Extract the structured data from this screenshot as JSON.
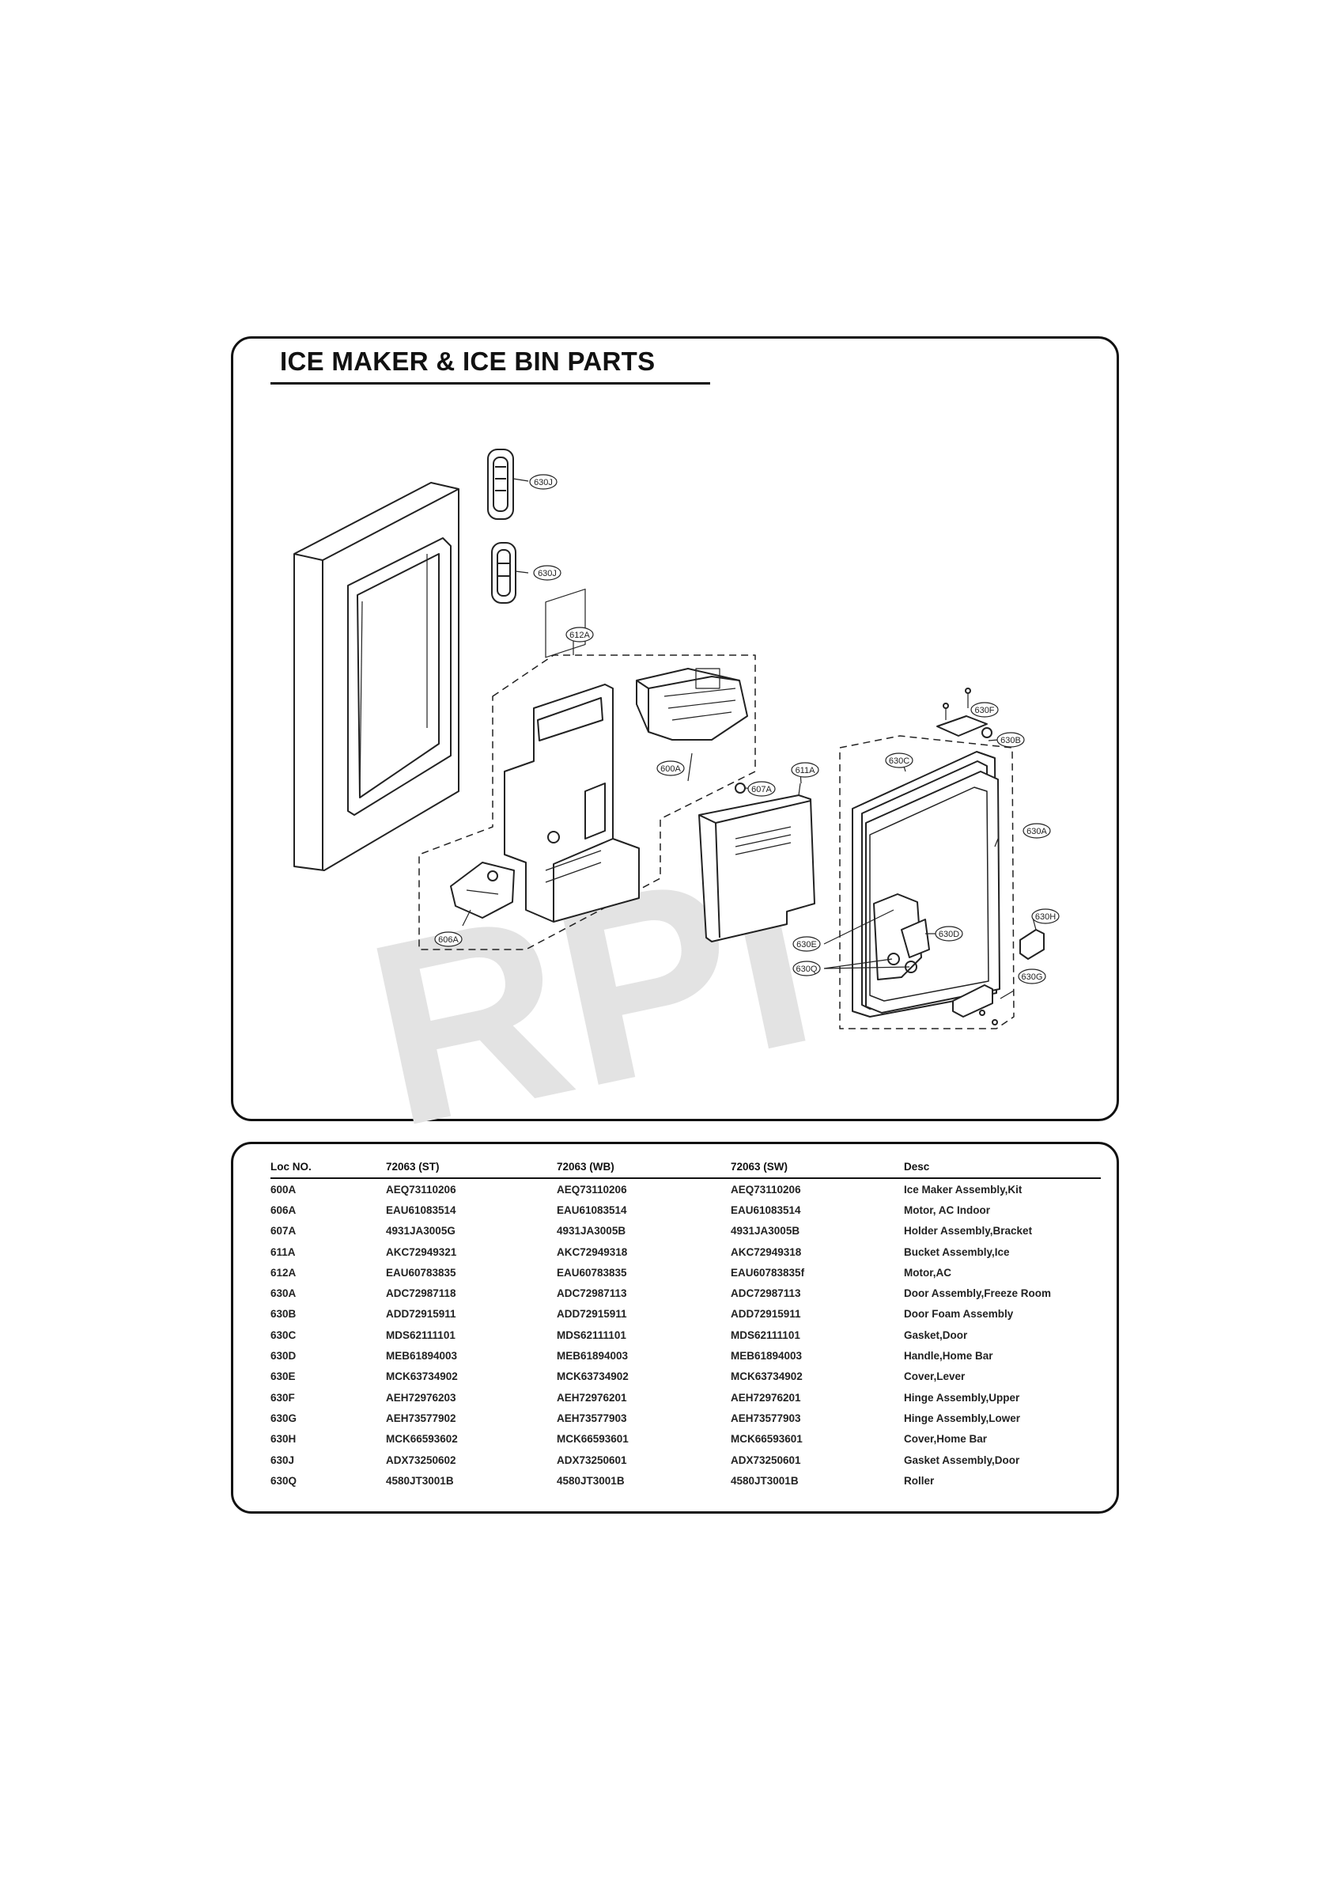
{
  "title": "ICE MAKER & ICE BIN PARTS",
  "watermark": "RPI",
  "callouts": [
    "630J",
    "630J",
    "612A",
    "600A",
    "607A",
    "611A",
    "606A",
    "630F",
    "630B",
    "630C",
    "630A",
    "630H",
    "630D",
    "630E",
    "630Q",
    "630G"
  ],
  "table": {
    "headers": [
      "Loc NO.",
      "72063 (ST)",
      "72063 (WB)",
      "72063 (SW)",
      "Desc"
    ],
    "rows": [
      [
        "600A",
        "AEQ73110206",
        "AEQ73110206",
        "AEQ73110206",
        "Ice Maker Assembly,Kit"
      ],
      [
        "606A",
        "EAU61083514",
        "EAU61083514",
        "EAU61083514",
        "Motor, AC Indoor"
      ],
      [
        "607A",
        "4931JA3005G",
        "4931JA3005B",
        "4931JA3005B",
        "Holder Assembly,Bracket"
      ],
      [
        "611A",
        "AKC72949321",
        "AKC72949318",
        "AKC72949318",
        "Bucket Assembly,Ice"
      ],
      [
        "612A",
        "EAU60783835",
        "EAU60783835",
        "EAU60783835f",
        "Motor,AC"
      ],
      [
        "630A",
        "ADC72987118",
        "ADC72987113",
        "ADC72987113",
        "Door Assembly,Freeze Room"
      ],
      [
        "630B",
        "ADD72915911",
        "ADD72915911",
        "ADD72915911",
        "Door Foam Assembly"
      ],
      [
        "630C",
        "MDS62111101",
        "MDS62111101",
        "MDS62111101",
        "Gasket,Door"
      ],
      [
        "630D",
        "MEB61894003",
        "MEB61894003",
        "MEB61894003",
        "Handle,Home Bar"
      ],
      [
        "630E",
        "MCK63734902",
        "MCK63734902",
        "MCK63734902",
        "Cover,Lever"
      ],
      [
        "630F",
        "AEH72976203",
        "AEH72976201",
        "AEH72976201",
        "Hinge Assembly,Upper"
      ],
      [
        "630G",
        "AEH73577902",
        "AEH73577903",
        "AEH73577903",
        "Hinge Assembly,Lower"
      ],
      [
        "630H",
        "MCK66593602",
        "MCK66593601",
        "MCK66593601",
        "Cover,Home Bar"
      ],
      [
        "630J",
        "ADX73250602",
        "ADX73250601",
        "ADX73250601",
        "Gasket Assembly,Door"
      ],
      [
        "630Q",
        "4580JT3001B",
        "4580JT3001B",
        "4580JT3001B",
        "Roller"
      ]
    ]
  }
}
